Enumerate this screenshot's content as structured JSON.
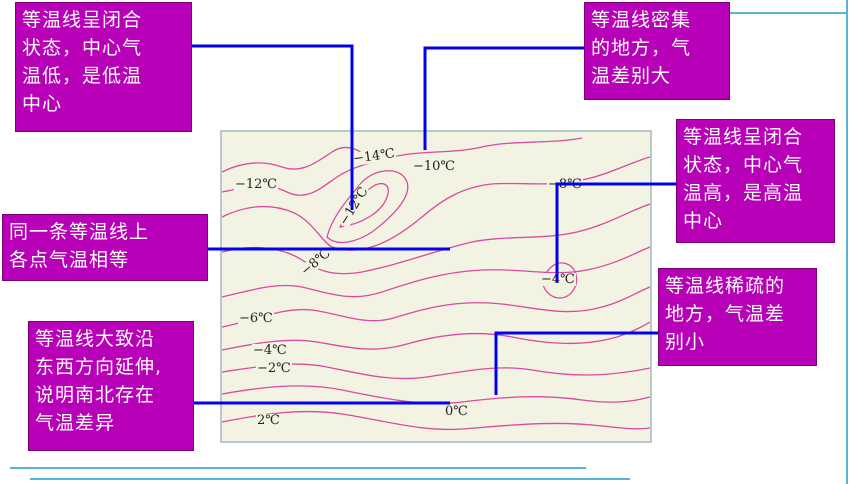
{
  "isotherm_labels": [
    {
      "id": "t-m12-left",
      "text": "−12℃"
    },
    {
      "id": "t-m14",
      "text": "−14℃"
    },
    {
      "id": "t-m10",
      "text": "−10℃"
    },
    {
      "id": "t-m12-diag",
      "text": "−12℃"
    },
    {
      "id": "t-m8-right",
      "text": "−8℃"
    },
    {
      "id": "t-m8-diag",
      "text": "−8℃"
    },
    {
      "id": "t-m4-right",
      "text": "−4℃"
    },
    {
      "id": "t-m6",
      "text": "−6℃"
    },
    {
      "id": "t-m4-left",
      "text": "−4℃"
    },
    {
      "id": "t-m2",
      "text": "−2℃"
    },
    {
      "id": "t-0",
      "text": "0℃"
    },
    {
      "id": "t-2",
      "text": "2℃"
    }
  ],
  "callouts": [
    {
      "id": "closed-low",
      "lines": [
        "等温线呈闭合",
        "状态，中心气",
        "温低，是低温",
        "中心"
      ]
    },
    {
      "id": "dense",
      "lines": [
        "等温线密集",
        "的地方，气",
        "温差别大"
      ]
    },
    {
      "id": "closed-high",
      "lines": [
        "等温线呈闭合",
        "状态，中心气",
        "温高，是高温",
        "中心"
      ]
    },
    {
      "id": "same-line",
      "lines": [
        "同一条等温线上",
        "各点气温相等"
      ]
    },
    {
      "id": "sparse",
      "lines": [
        "等温线稀疏的",
        "地方，气温差",
        "别小"
      ]
    },
    {
      "id": "east-west",
      "lines": [
        "等温线大致沿",
        "东西方向延伸,",
        "说明南北存在",
        "气温差异"
      ]
    }
  ],
  "colors": {
    "callout_bg": "#b800b8",
    "callout_text": "#ffffff",
    "leader": "#0000ee",
    "isotherm": "#d94aa0",
    "map_bg": "#f3f3e3",
    "frame": "#5ab4d6"
  }
}
